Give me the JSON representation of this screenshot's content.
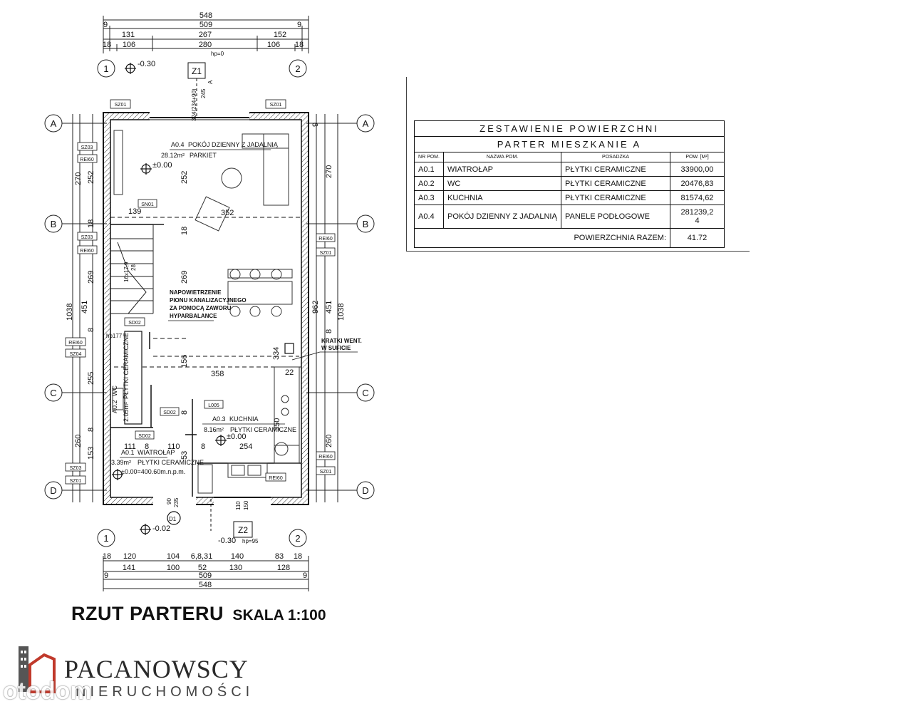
{
  "plan": {
    "dim_top": [
      "548",
      "9",
      "509",
      "9",
      "131",
      "267",
      "152",
      "18",
      "106",
      "280",
      "106",
      "18"
    ],
    "dim_bottom": [
      "18",
      "120",
      "104",
      "6,8,31",
      "140",
      "83",
      "18",
      "141",
      "100",
      "52",
      "130",
      "128",
      "9",
      "509",
      "9",
      "548"
    ],
    "dim_left": [
      "270",
      "252",
      "18",
      "269",
      "1038",
      "451",
      "8",
      "255",
      "260",
      "153",
      "8"
    ],
    "dim_right": [
      "270",
      "962",
      "1038",
      "260",
      "8",
      "9",
      "451"
    ],
    "grid_rows": [
      "A",
      "B",
      "C",
      "D"
    ],
    "grid_cols": [
      "1",
      "2"
    ],
    "levels": [
      "-0.30",
      "±0.00",
      "-0.02",
      "-0.30",
      "±0.00"
    ],
    "z1": "Z1",
    "z2": "Z2",
    "hp0": "hp=0",
    "hp95": "hp=95",
    "top_vert_dims": [
      "324(234+90)",
      "245",
      "A"
    ],
    "tags": [
      "SZ01",
      "SZ01",
      "SZ03",
      "REI60",
      "SN01",
      "SZ03",
      "REI60",
      "REI60",
      "SZ01",
      "SD02",
      "REI60",
      "SZ04",
      "SD02",
      "SD02",
      "L005",
      "REI60",
      "SZ03",
      "SZ01",
      "REI60",
      "SZ01"
    ],
    "room_a04": [
      "A0.4",
      "POKÓJ DZIENNY Z JADALNIĄ",
      "28.12m²",
      "PARKIET"
    ],
    "room_a03": [
      "A0.3",
      "KUCHNIA",
      "8.16m²",
      "PŁYTKI CERAMICZNE"
    ],
    "room_a02": [
      "A0.2",
      "WC",
      "2.05m²",
      "PŁYTKI CERAMICZNE"
    ],
    "room_a01": [
      "A0.1",
      "WIATROŁAP",
      "3.39m²",
      "PŁYTKI CERAMICZNE",
      "±0.00=400.60m.n.p.m."
    ],
    "note_vent": [
      "NAPOWIETRZENIE",
      "PIONU KANALIZACYJNEGO",
      "ZA POMOCĄ ZAWORU",
      "HYPARBALANCE"
    ],
    "note_grille": [
      "KRATKI WENT.",
      "W SUFICIE"
    ],
    "inner_dims": [
      "139",
      "352",
      "18",
      "269",
      "252",
      "16x17,9",
      "28",
      "156",
      "358",
      "334",
      "22",
      "hp177",
      "350",
      "111",
      "8",
      "110",
      "8",
      "254",
      "53",
      "8",
      "90",
      "235",
      "110",
      "150",
      "D1"
    ]
  },
  "table": {
    "title": "ZESTAWIENIE POWIERZCHNI",
    "subtitle": "PARTER MIESZKANIE A",
    "columns": [
      "NR POM.",
      "NAZWA POM.",
      "POSADZKA",
      "POW. [M²]"
    ],
    "rows": [
      [
        "A0.1",
        "WIATROŁAP",
        "PŁYTKI CERAMICZNE",
        "33900,00"
      ],
      [
        "A0.2",
        "WC",
        "PŁYTKI CERAMICZNE",
        "20476,83"
      ],
      [
        "A0.3",
        "KUCHNIA",
        "PŁYTKI CERAMICZNE",
        "81574,62"
      ],
      [
        "A0.4",
        "POKÓJ DZIENNY Z JADALNIĄ",
        "PANELE PODŁOGOWE",
        "281239,2\n4"
      ]
    ],
    "total_label": "POWIERZCHNIA RAZEM:",
    "total_value": "41.72"
  },
  "caption": {
    "title": "RZUT PARTERU",
    "scale": "SKALA 1:100"
  },
  "logo": {
    "brand": "PACANOWSCY",
    "sub": "NIERUCHOMOŚCI",
    "watermark": "otodom"
  }
}
